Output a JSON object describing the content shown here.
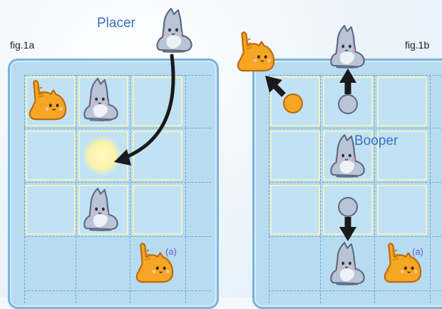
{
  "figures": {
    "left": {
      "label": "fig.1a"
    },
    "right": {
      "label": "fig.1b"
    }
  },
  "callouts": {
    "placer": "Placer",
    "booper": "Booper"
  },
  "pieces": {
    "tag_a": "(a)"
  },
  "colors": {
    "board": "#b7dcf2",
    "board_border": "#79b4dd",
    "orange_cat": "#f6a623",
    "grey_cat": "#b8c3d4",
    "callout_text": "#3a6fc4",
    "tag_text": "#6d57c9"
  }
}
